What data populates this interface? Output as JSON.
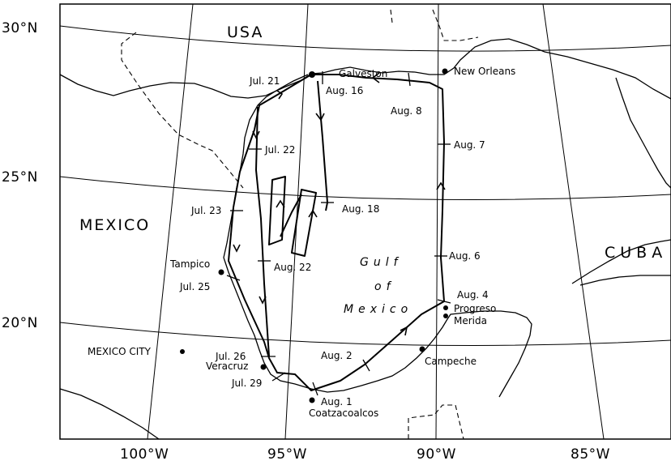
{
  "map": {
    "latitude_labels": [
      "30°N",
      "25°N",
      "20°N"
    ],
    "longitude_labels": [
      "100°W",
      "95°W",
      "90°W",
      "85°W"
    ],
    "countries": {
      "usa": "USA",
      "mexico": "MEXICO",
      "cuba": "CUBA"
    },
    "sea": {
      "line1": "Gulf",
      "line2": "of",
      "line3": "Mexico"
    },
    "places": {
      "galveston": "Galveston",
      "new_orleans": "New Orleans",
      "tampico": "Tampico",
      "mexico_city": "MEXICO CITY",
      "veracruz": "Veracruz",
      "coatzacoalcos": "Coatzacoalcos",
      "campeche": "Campeche",
      "progreso": "Progreso",
      "merida": "Merida"
    },
    "dates": {
      "jul21": "Jul. 21",
      "jul22": "Jul. 22",
      "jul23": "Jul. 23",
      "jul25": "Jul. 25",
      "jul26": "Jul. 26",
      "jul29": "Jul. 29",
      "aug1": "Aug. 1",
      "aug2": "Aug. 2",
      "aug4": "Aug. 4",
      "aug6": "Aug. 6",
      "aug7": "Aug. 7",
      "aug8": "Aug. 8",
      "aug16": "Aug. 16",
      "aug18": "Aug. 18",
      "aug22": "Aug. 22"
    }
  }
}
